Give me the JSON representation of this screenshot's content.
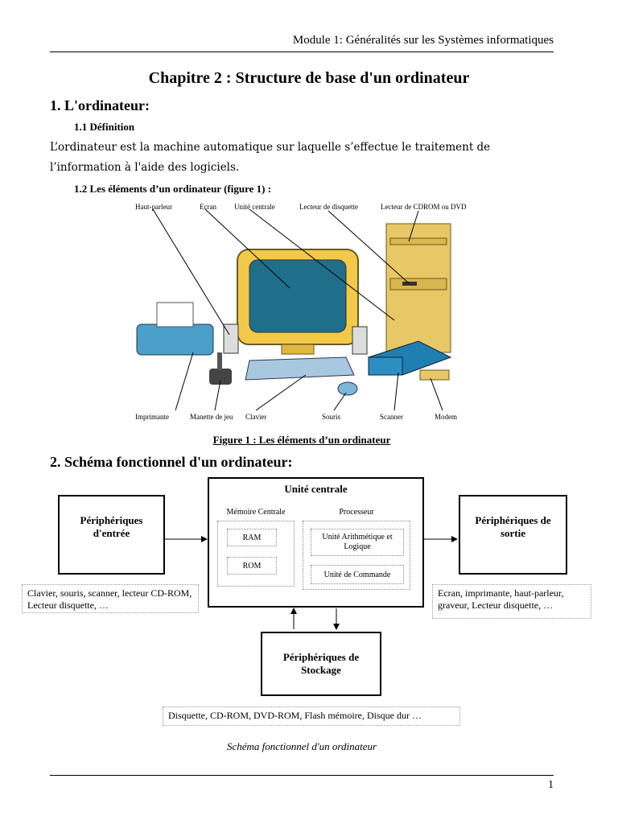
{
  "header": {
    "module": "Module 1: Généralités sur les Systèmes informatiques"
  },
  "title": "Chapitre 2 : Structure de base d'un ordinateur",
  "section1": {
    "heading": "1.  L'ordinateur:",
    "sub1": {
      "heading": "1.1 Définition",
      "text": "L’ordinateur est la machine automatique sur laquelle s’effectue le traitement de l’information à l'aide des logiciels."
    },
    "sub2": {
      "heading": "1.2 Les éléments d’un ordinateur (figure 1) :"
    }
  },
  "figure1": {
    "labels": {
      "haut_parleur": "Haut-parleur",
      "ecran": "Ecran",
      "unite_centrale": "Unité centrale",
      "lecteur_disquette": "Lecteur de disquette",
      "lecteur_cdrom": "Lecteur de CDROM ou DVD",
      "imprimante": "Imprimante",
      "manette": "Manette de jeu",
      "clavier": "Clavier",
      "souris": "Souris",
      "scanner": "Scanner",
      "modem": "Modem"
    },
    "caption": "Figure 1 : Les éléments d’un ordinateur"
  },
  "section2": {
    "heading": "2.  Schéma fonctionnel d'un ordinateur:",
    "unite_centrale": "Unité centrale",
    "memoire_centrale": "Mémoire Centrale",
    "processeur": "Processeur",
    "ram": "RAM",
    "rom": "ROM",
    "ual": "Unité Arithmétique et Logique",
    "uc": "Unité de Commande",
    "entree": "Périphériques d'entrée",
    "sortie": "Périphériques de sortie",
    "stockage": "Périphériques de Stockage",
    "entree_note": "Clavier, souris, scanner, lecteur CD-ROM, Lecteur disquette, …",
    "sortie_note": "Ecran, imprimante, haut-parleur, graveur, Lecteur disquette, …",
    "stockage_note": "Disquette, CD-ROM, DVD-ROM, Flash mémoire, Disque dur …",
    "caption": "Schéma fonctionnel d'un ordinateur"
  },
  "footer": {
    "page": "1"
  }
}
